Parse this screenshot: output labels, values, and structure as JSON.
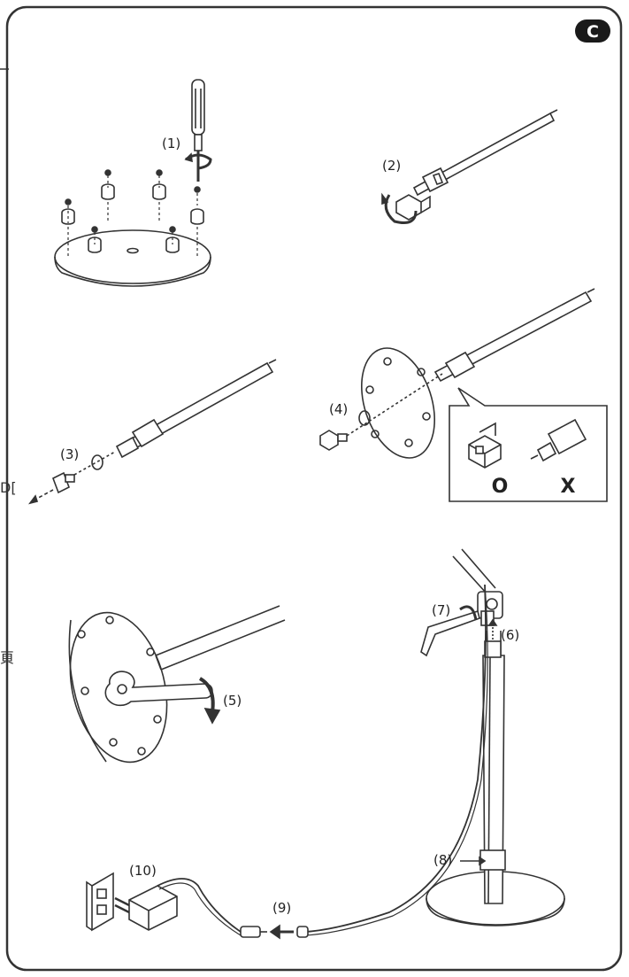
{
  "badge": "C",
  "steps": [
    "(1)",
    "(2)",
    "(3)",
    "(4)",
    "(5)",
    "(6)",
    "(7)",
    "(8)",
    "(9)",
    "(10)"
  ],
  "marks": {
    "correct": "O",
    "incorrect": "X"
  },
  "margin_fragments": [
    "D[",
    "頁"
  ]
}
